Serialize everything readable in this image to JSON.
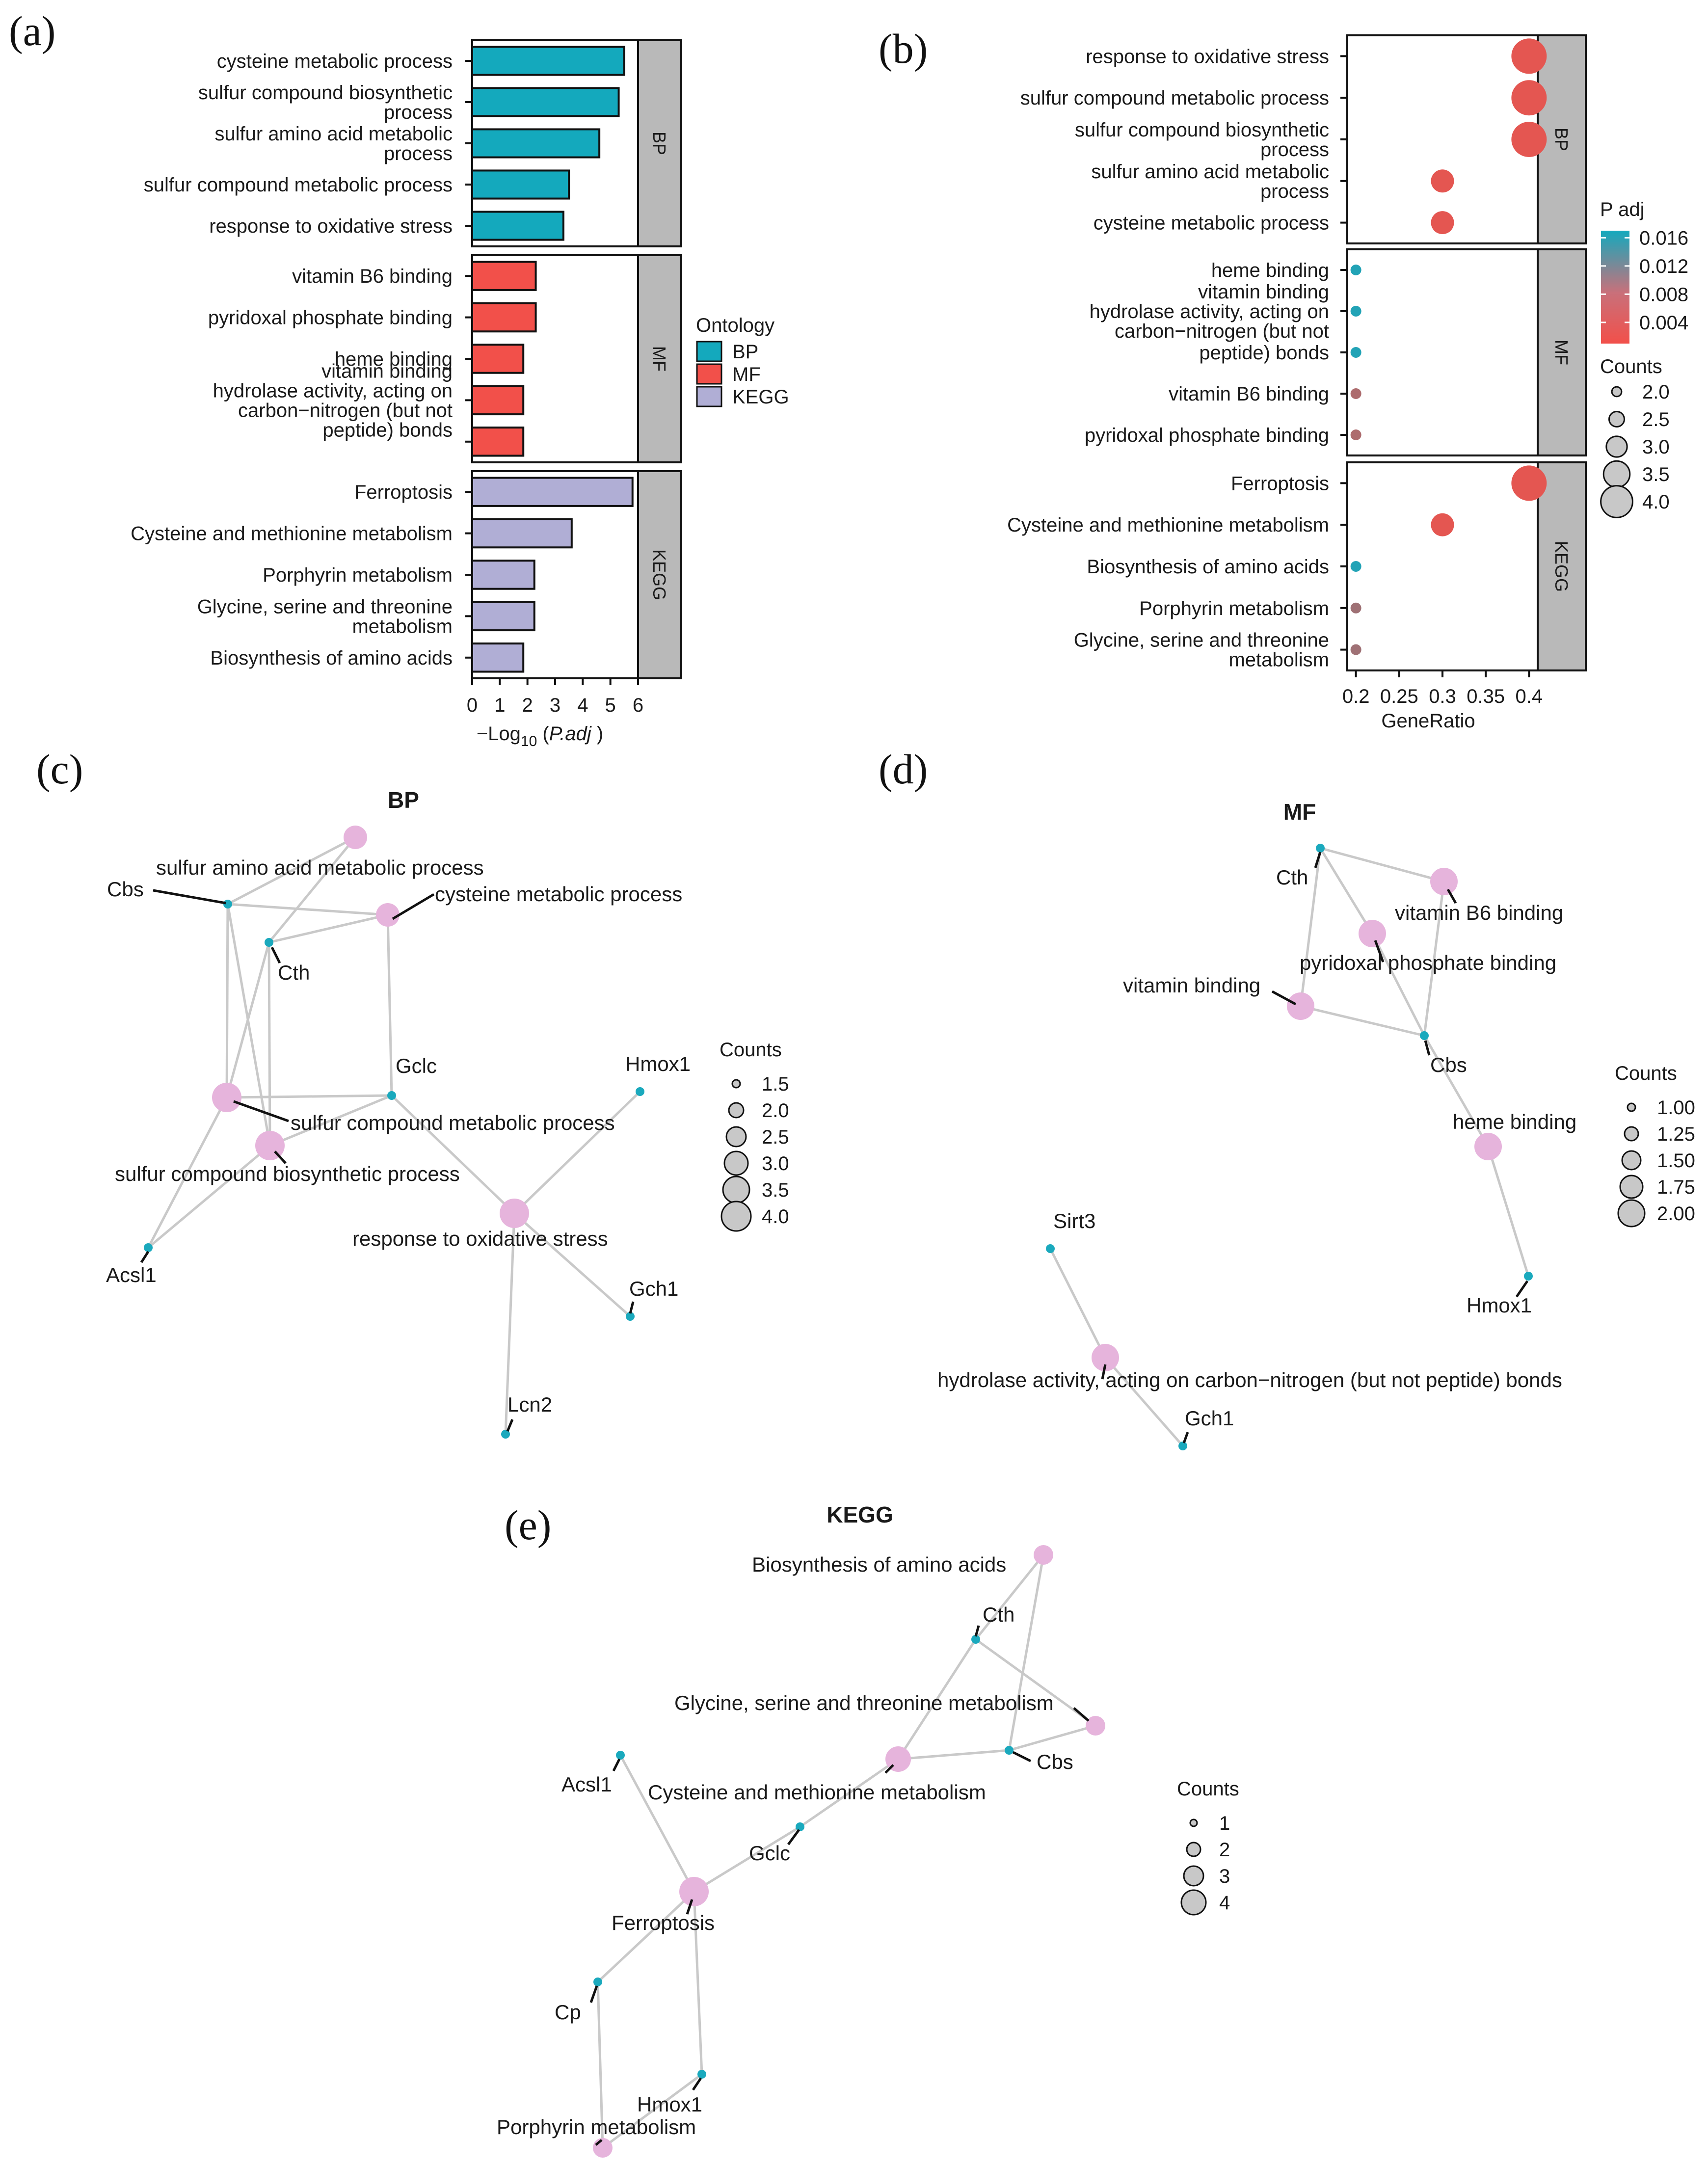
{
  "chart_data": [
    {
      "type": "bar",
      "panel_label": "(a)",
      "orientation": "horizontal",
      "xlabel": "−Log10 (P.adj )",
      "xlabel_parts": {
        "pre": "−Log",
        "sub": "10",
        "open": " (",
        "italic": "P.adj",
        "close": " )"
      },
      "xlim": [
        0,
        6
      ],
      "xticks": [
        "0",
        "1",
        "2",
        "3",
        "4",
        "5",
        "6"
      ],
      "legend": {
        "title": "Ontology",
        "position": "right",
        "entries": [
          {
            "label": "BP",
            "color": "#14a9bd"
          },
          {
            "label": "MF",
            "color": "#f2504a"
          },
          {
            "label": "KEGG",
            "color": "#b0aed5"
          }
        ]
      },
      "facets": [
        {
          "name": "BP",
          "color": "#14a9bd",
          "bars": [
            {
              "label": [
                "cysteine metabolic process"
              ],
              "value": 5.5
            },
            {
              "label": [
                "sulfur compound biosynthetic",
                "process"
              ],
              "value": 5.3
            },
            {
              "label": [
                "sulfur amino acid metabolic",
                "process"
              ],
              "value": 4.6
            },
            {
              "label": [
                "sulfur compound metabolic process"
              ],
              "value": 3.5
            },
            {
              "label": [
                "response to oxidative stress"
              ],
              "value": 3.3
            }
          ]
        },
        {
          "name": "MF",
          "color": "#f2504a",
          "bars": [
            {
              "label": [
                "vitamin B6 binding"
              ],
              "value": 2.3
            },
            {
              "label": [
                "pyridoxal phosphate binding"
              ],
              "value": 2.3
            },
            {
              "label": [
                "heme binding"
              ],
              "value": 1.85
            },
            {
              "label": [
                "vitamin binding",
                "hydrolase activity, acting on",
                "carbon−nitrogen (but not",
                "peptide) bonds"
              ],
              "value": 1.85
            },
            {
              "label": [],
              "value": 1.85
            }
          ]
        },
        {
          "name": "KEGG",
          "color": "#b0aed5",
          "bars": [
            {
              "label": [
                "Ferroptosis"
              ],
              "value": 5.8
            },
            {
              "label": [
                "Cysteine and methionine metabolism"
              ],
              "value": 3.6
            },
            {
              "label": [
                "Porphyrin metabolism"
              ],
              "value": 2.25
            },
            {
              "label": [
                "Glycine, serine and threonine",
                "metabolism"
              ],
              "value": 2.25
            },
            {
              "label": [
                "Biosynthesis of amino acids"
              ],
              "value": 1.85
            }
          ]
        }
      ]
    },
    {
      "type": "scatter",
      "panel_label": "(b)",
      "xlabel": "GeneRatio",
      "xlim": [
        0.19,
        0.41
      ],
      "xticks": [
        "0.2",
        "0.25",
        "0.3",
        "0.35",
        "0.4"
      ],
      "xtick_values": [
        0.2,
        0.25,
        0.3,
        0.35,
        0.4
      ],
      "color_legend": {
        "title": "P adj",
        "ticks": [
          "0.016",
          "0.012",
          "0.008",
          "0.004"
        ],
        "tick_values": [
          0.016,
          0.012,
          0.008,
          0.004
        ],
        "range": [
          0.001,
          0.017
        ],
        "low_color": "#f2504a",
        "high_color": "#14a9bd"
      },
      "size_legend": {
        "title": "Counts",
        "labels": [
          "2.0",
          "2.5",
          "3.0",
          "3.5",
          "4.0"
        ],
        "values": [
          2.0,
          2.5,
          3.0,
          3.5,
          4.0
        ]
      },
      "facets": [
        {
          "name": "BP",
          "points": [
            {
              "label": [
                "response to oxidative stress"
              ],
              "x": 0.4,
              "count": 4,
              "padj": 0.002
            },
            {
              "label": [
                "sulfur compound metabolic process"
              ],
              "x": 0.4,
              "count": 4,
              "padj": 0.002
            },
            {
              "label": [
                "sulfur compound biosynthetic",
                "process"
              ],
              "x": 0.4,
              "count": 4,
              "padj": 0.002
            },
            {
              "label": [
                "sulfur amino acid metabolic",
                "process"
              ],
              "x": 0.3,
              "count": 3,
              "padj": 0.002
            },
            {
              "label": [
                "cysteine metabolic process"
              ],
              "x": 0.3,
              "count": 3,
              "padj": 0.002
            }
          ]
        },
        {
          "name": "MF",
          "points": [
            {
              "label": [
                "heme binding"
              ],
              "x": 0.2,
              "count": 2,
              "padj": 0.016
            },
            {
              "label": [
                "vitamin binding",
                "hydrolase activity, acting on",
                "carbon−nitrogen (but not"
              ],
              "x": 0.2,
              "count": 2,
              "padj": 0.016
            },
            {
              "label": [
                "peptide) bonds"
              ],
              "x": 0.2,
              "count": 2,
              "padj": 0.016
            },
            {
              "label": [
                "vitamin B6 binding"
              ],
              "x": 0.2,
              "count": 2,
              "padj": 0.006
            },
            {
              "label": [
                "pyridoxal phosphate binding"
              ],
              "x": 0.2,
              "count": 2,
              "padj": 0.006
            }
          ]
        },
        {
          "name": "KEGG",
          "points": [
            {
              "label": [
                "Ferroptosis"
              ],
              "x": 0.4,
              "count": 4,
              "padj": 0.002
            },
            {
              "label": [
                "Cysteine and methionine metabolism"
              ],
              "x": 0.3,
              "count": 3,
              "padj": 0.002
            },
            {
              "label": [
                "Biosynthesis of amino acids"
              ],
              "x": 0.2,
              "count": 2,
              "padj": 0.016
            },
            {
              "label": [
                "Porphyrin metabolism"
              ],
              "x": 0.2,
              "count": 2,
              "padj": 0.007
            },
            {
              "label": [
                "Glycine, serine and threonine",
                "metabolism"
              ],
              "x": 0.2,
              "count": 2,
              "padj": 0.007
            }
          ]
        }
      ]
    },
    {
      "type": "network",
      "panel_label": "(c)",
      "title": "BP",
      "legend": {
        "title": "Counts",
        "labels": [
          "1.5",
          "2.0",
          "2.5",
          "3.0",
          "3.5",
          "4.0"
        ]
      },
      "terms": [
        "sulfur amino acid metabolic process",
        "cysteine metabolic process",
        "sulfur compound metabolic process",
        "sulfur compound biosynthetic process",
        "response to oxidative stress"
      ],
      "genes": [
        "Cbs",
        "Cth",
        "Gclc",
        "Hmox1",
        "Acsl1",
        "Gch1",
        "Lcn2"
      ]
    },
    {
      "type": "network",
      "panel_label": "(d)",
      "title": "MF",
      "legend": {
        "title": "Counts",
        "labels": [
          "1.00",
          "1.25",
          "1.50",
          "1.75",
          "2.00"
        ]
      },
      "terms": [
        "vitamin B6 binding",
        "pyridoxal phosphate binding",
        "vitamin binding",
        "heme binding",
        "hydrolase activity, acting on carbon−nitrogen (but not peptide) bonds"
      ],
      "genes": [
        "Cth",
        "Cbs",
        "Hmox1",
        "Sirt3",
        "Gch1"
      ]
    },
    {
      "type": "network",
      "panel_label": "(e)",
      "title": "KEGG",
      "legend": {
        "title": "Counts",
        "labels": [
          "1",
          "2",
          "3",
          "4"
        ]
      },
      "terms": [
        "Biosynthesis of amino acids",
        "Glycine, serine and threonine metabolism",
        "Cysteine and methionine metabolism",
        "Ferroptosis",
        "Porphyrin metabolism"
      ],
      "genes": [
        "Cth",
        "Cbs",
        "Acsl1",
        "Gclc",
        "Cp",
        "Hmox1"
      ]
    }
  ]
}
